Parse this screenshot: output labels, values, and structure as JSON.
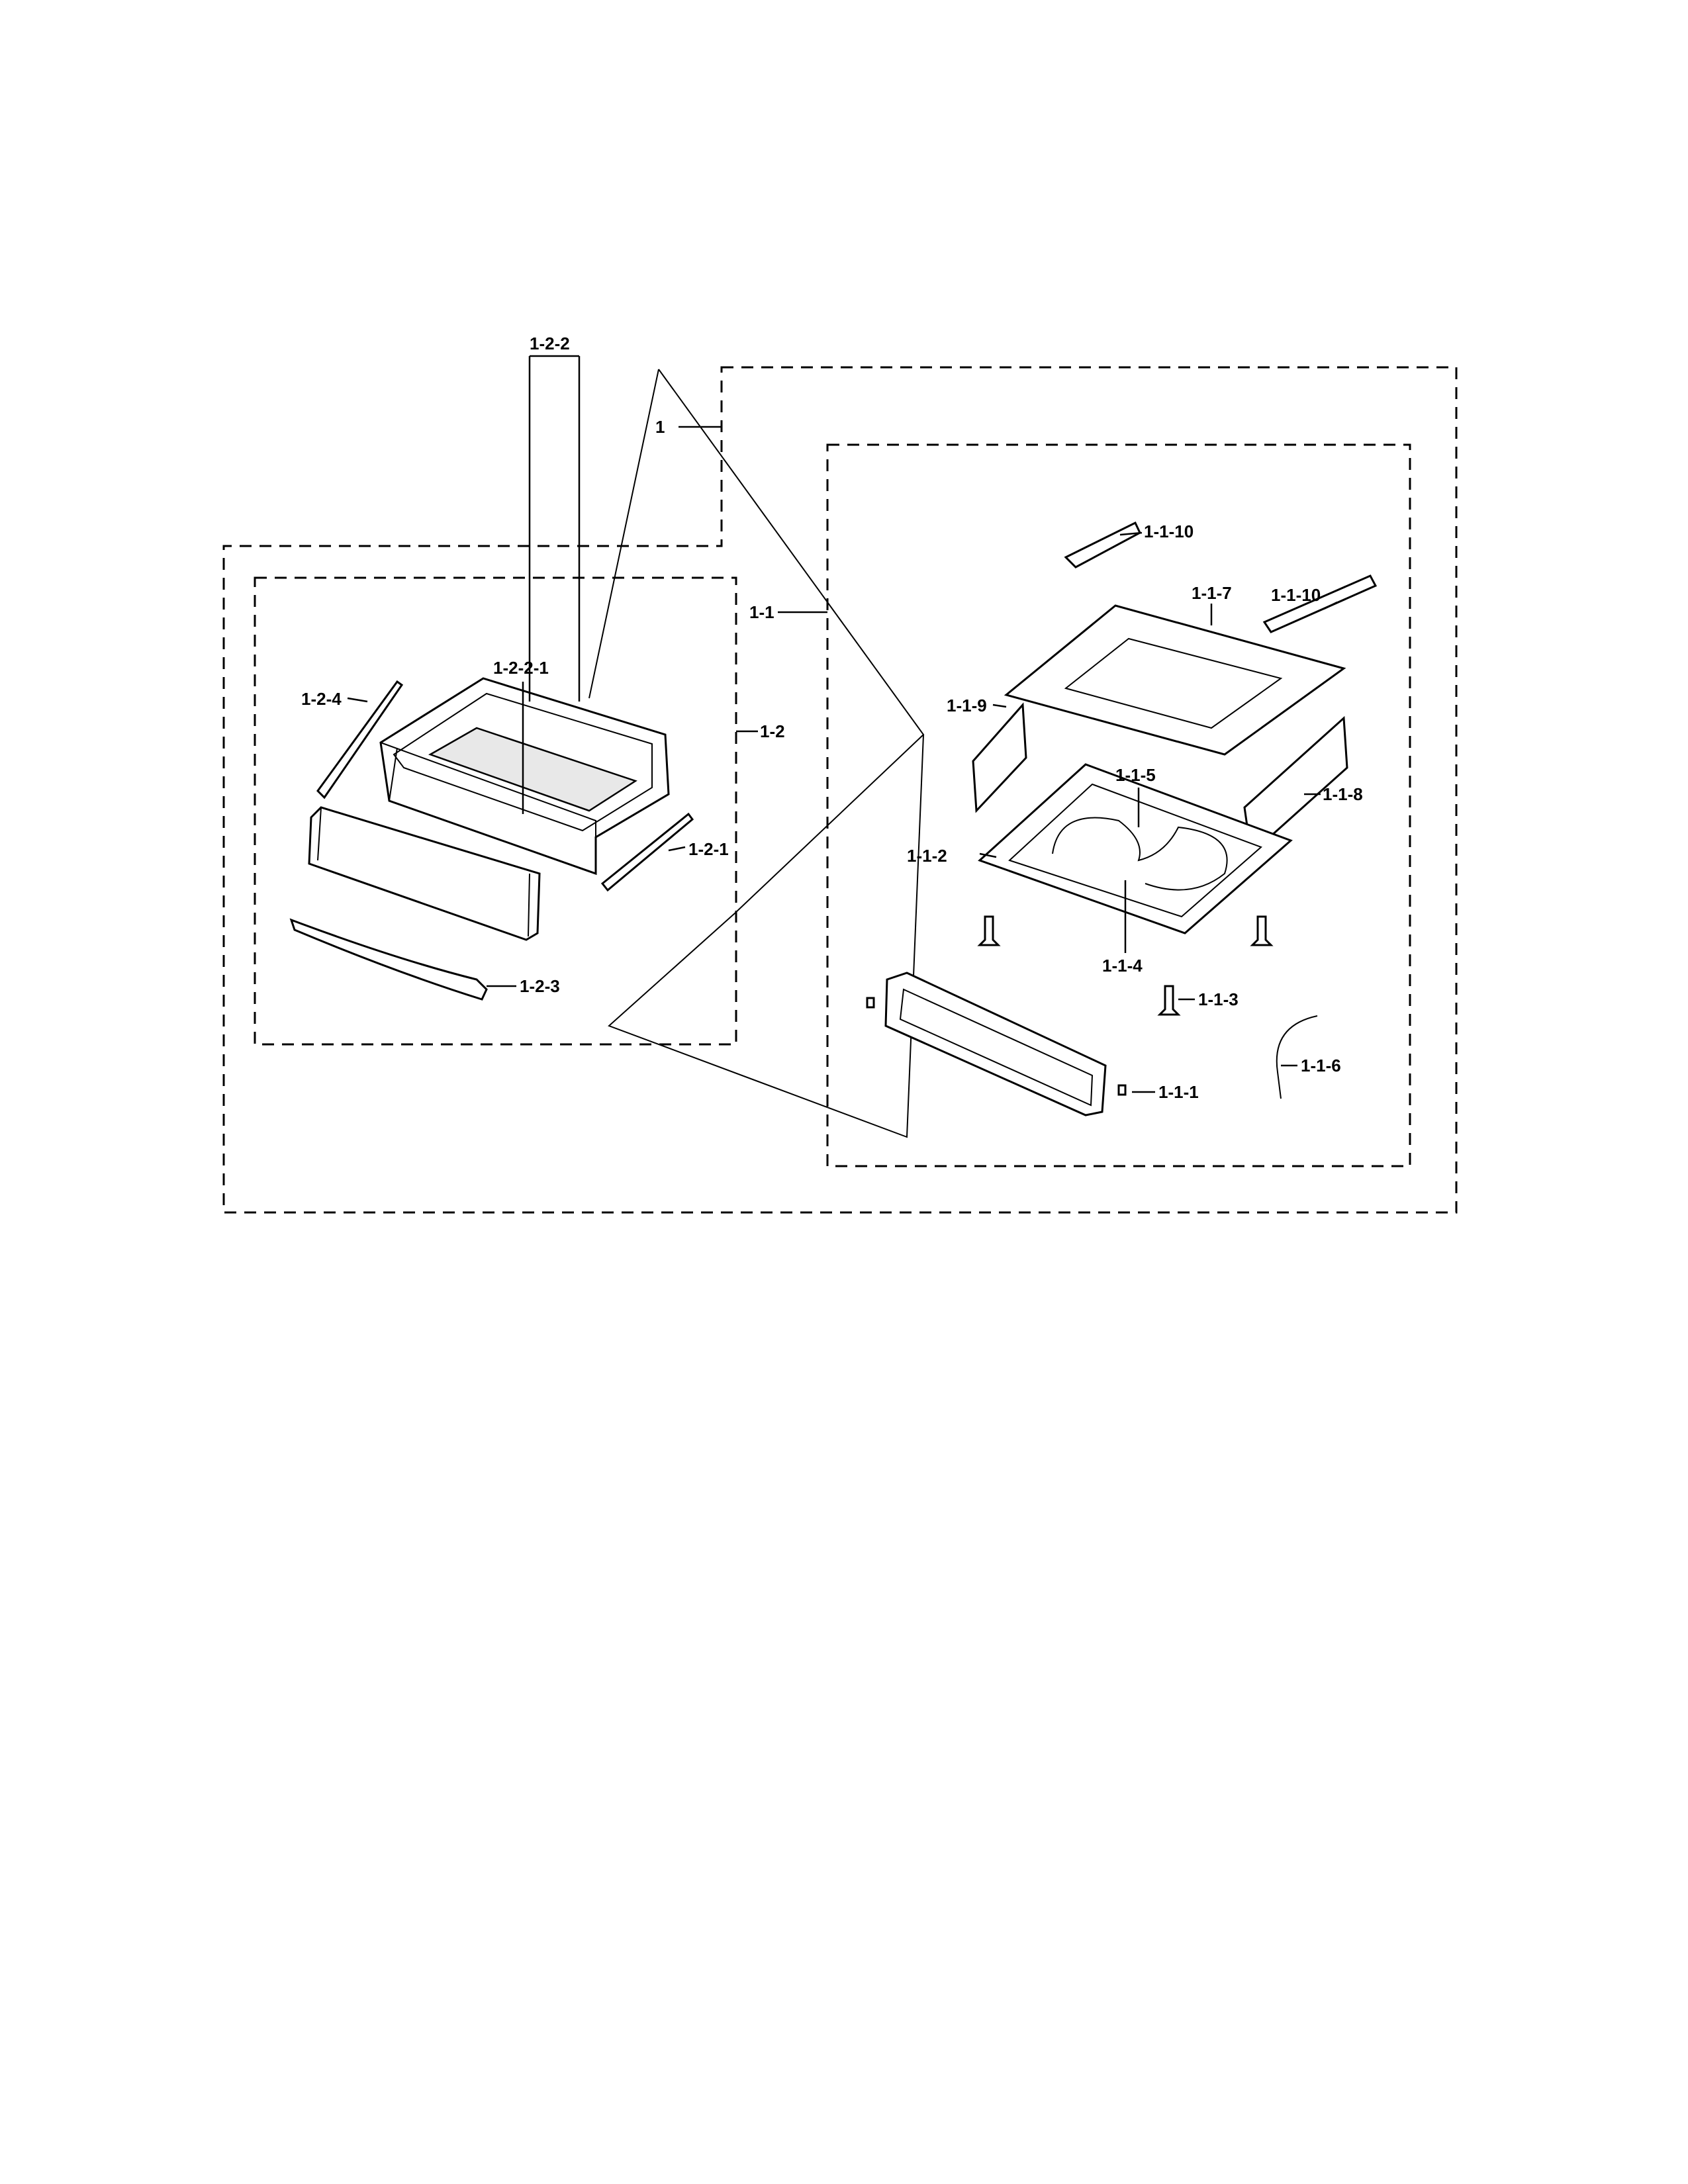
{
  "labels": {
    "assy": "1",
    "oven_group": "1-1",
    "drawer_group": "1-2",
    "door_panel": "1-1-1",
    "cavity_bottom": "1-1-2",
    "screw": "1-1-3",
    "element": "1-1-4",
    "element_top": "1-1-5",
    "wire": "1-1-6",
    "cover_top": "1-1-7",
    "bracket_right": "1-1-8",
    "bracket_left": "1-1-9",
    "hinge_left": "1-1-10",
    "hinge_right": "1-1-10",
    "rail_right": "1-2-1",
    "drawer": "1-2-2",
    "drawer_inner": "1-2-2-1",
    "handle": "1-2-3",
    "rail_left": "1-2-4"
  }
}
